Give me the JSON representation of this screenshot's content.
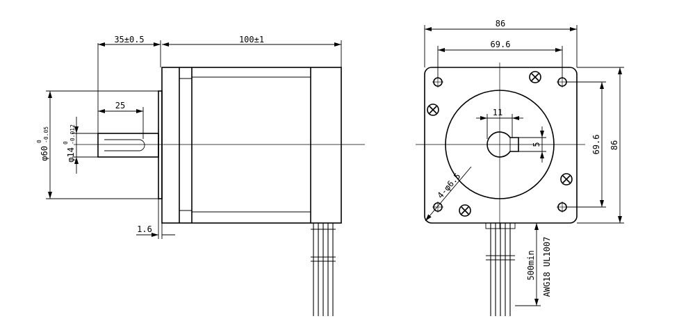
{
  "side_view": {
    "dims": {
      "shaft_length": "35±0.5",
      "body_length": "100±1",
      "flat_length": "25",
      "flange_thickness": "1.6",
      "boss_diameter": "φ60",
      "boss_tol_upper": "0",
      "boss_tol_lower": "-0.05",
      "shaft_diameter": "φ14",
      "shaft_tol_upper": "0",
      "shaft_tol_lower": "-0.012"
    }
  },
  "front_view": {
    "dims": {
      "width": "86",
      "hole_spacing_h": "69.6",
      "height": "86",
      "hole_spacing_v": "69.6",
      "key_width": "11",
      "key_depth": "5",
      "holes": "4-φ6.5"
    },
    "lead": {
      "length": "500min",
      "spec": "AWG18 UL1007"
    }
  }
}
